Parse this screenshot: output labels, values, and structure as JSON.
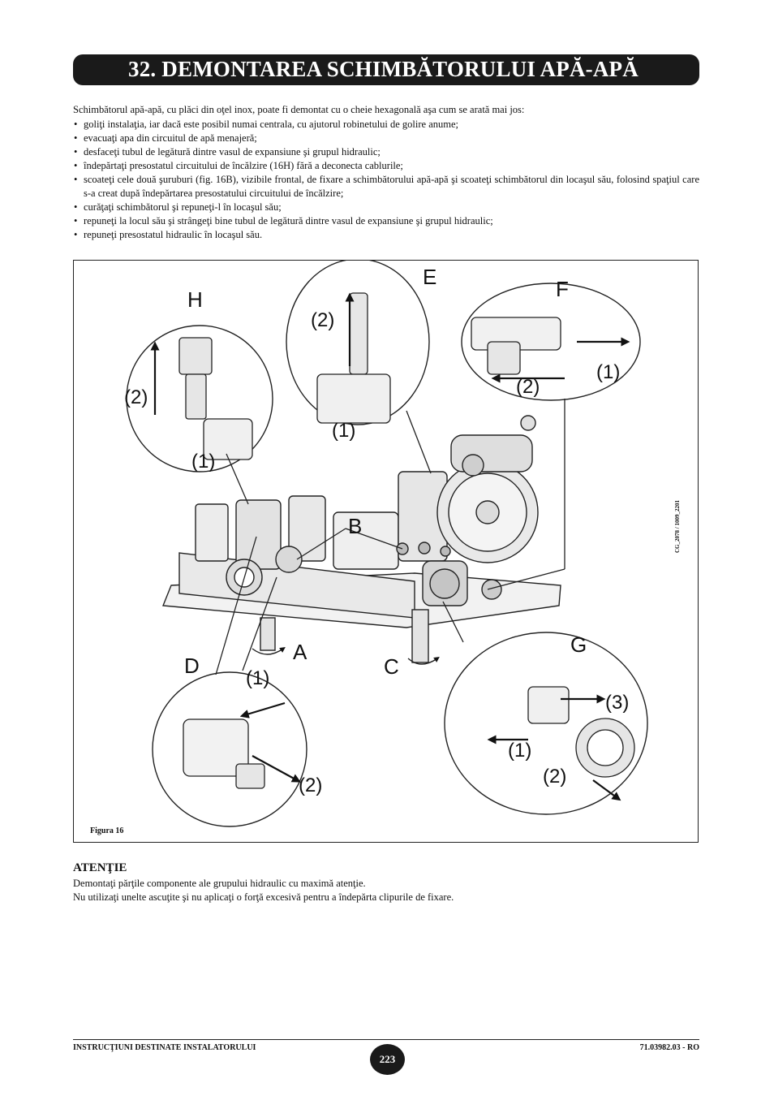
{
  "header": {
    "title": "32. DEMONTAREA SCHIMBĂTORULUI APĂ-APĂ"
  },
  "intro": "Schimbătorul apă-apă, cu plăci din oţel inox, poate fi demontat cu o cheie hexagonală aşa cum se arată mai jos:",
  "steps": [
    "goliţi instalaţia, iar dacă este posibil numai centrala, cu ajutorul robinetului de golire anume;",
    "evacuaţi apa din circuitul de apă menajeră;",
    "desfaceţi tubul de legătură dintre vasul de expansiune şi grupul hidraulic;",
    "îndepărtaţi presostatul circuitului de încălzire (16H) fără a deconecta cablurile;",
    "scoateţi cele două şuruburi (fig. 16B), vizibile frontal, de fixare a schimbătorului apă-apă şi scoateţi schimbătorul din locaşul său, folosind spaţiul care s-a creat după îndepărtarea presostatului circuitului de încălzire;",
    "curăţaţi schimbătorul şi repuneţi-l în locaşul său;",
    "repuneţi la locul său şi strângeţi bine tubul de legătură dintre vasul de expansiune şi grupul hidraulic;",
    "repuneţi presostatul hidraulic în locaşul său."
  ],
  "figure": {
    "caption": "Figura 16",
    "code": "CG_2078 / 1009_2201",
    "labels": {
      "A": "A",
      "B": "B",
      "C": "C",
      "D": "D",
      "E": "E",
      "F": "F",
      "G": "G",
      "H": "H",
      "h1": "(1)",
      "h2": "(2)",
      "e1": "(1)",
      "e2": "(2)",
      "f1": "(1)",
      "f2": "(2)",
      "d1": "(1)",
      "d2": "(2)",
      "g1": "(1)",
      "g2": "(2)",
      "g3": "(3)"
    }
  },
  "warning": {
    "title": "ATENŢIE",
    "line1": "Demontaţi părţile componente ale grupului hidraulic cu maximă atenţie.",
    "line2": "Nu utilizaţi unelte ascuţite şi nu aplicaţi o forţă excesivă pentru a îndepărta clipurile de fixare."
  },
  "footer": {
    "left": "INSTRUCŢIUNI DESTINATE INSTALATORULUI",
    "page": "223",
    "right": "71.03982.03 - RO"
  }
}
